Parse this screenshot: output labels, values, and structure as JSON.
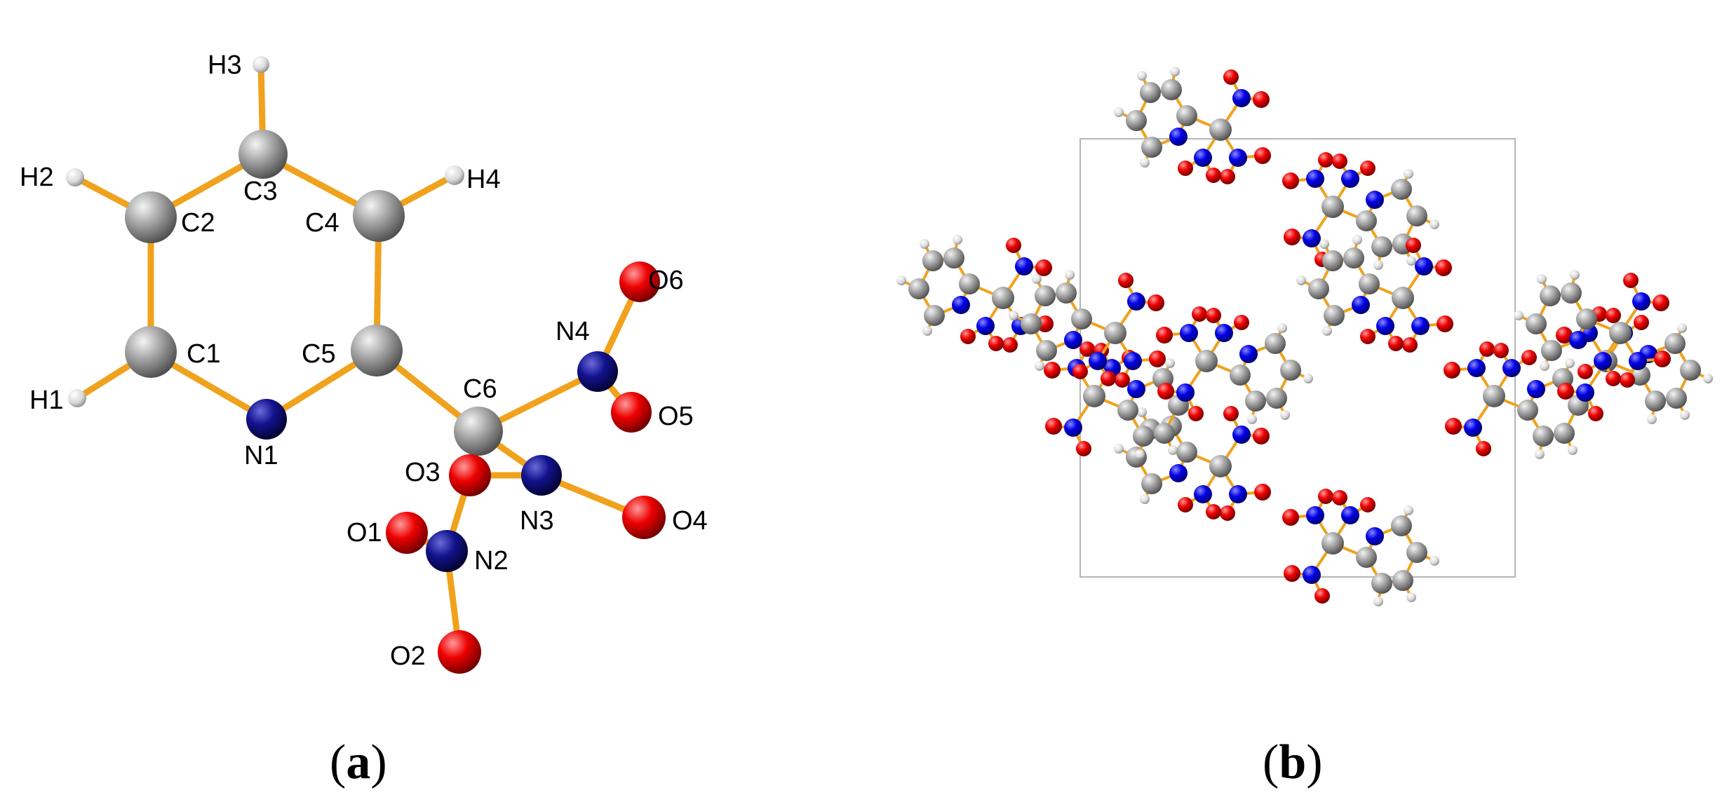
{
  "colors": {
    "bond": "#f0a21c",
    "carbon": "#8f8f8f",
    "hydrogen": "#e6e6e6",
    "nitrogen_a": "#0a0a8a",
    "nitrogen_b": "#0000ee",
    "oxygen": "#ee0000",
    "unit_cell": "#b5b5b5",
    "background": "#ffffff"
  },
  "panel_a": {
    "label_open": "(",
    "label_letter": "a",
    "label_close": ")",
    "atom_labels": {
      "H1": "H1",
      "H2": "H2",
      "H3": "H3",
      "H4": "H4",
      "C1": "C1",
      "C2": "C2",
      "C3": "C3",
      "C4": "C4",
      "C5": "C5",
      "C6": "C6",
      "N1": "N1",
      "N2": "N2",
      "N3": "N3",
      "N4": "N4",
      "O1": "O1",
      "O2": "O2",
      "O3": "O3",
      "O4": "O4",
      "O5": "O5",
      "O6": "O6"
    }
  },
  "panel_b": {
    "label_open": "(",
    "label_letter": "b",
    "label_close": ")"
  }
}
